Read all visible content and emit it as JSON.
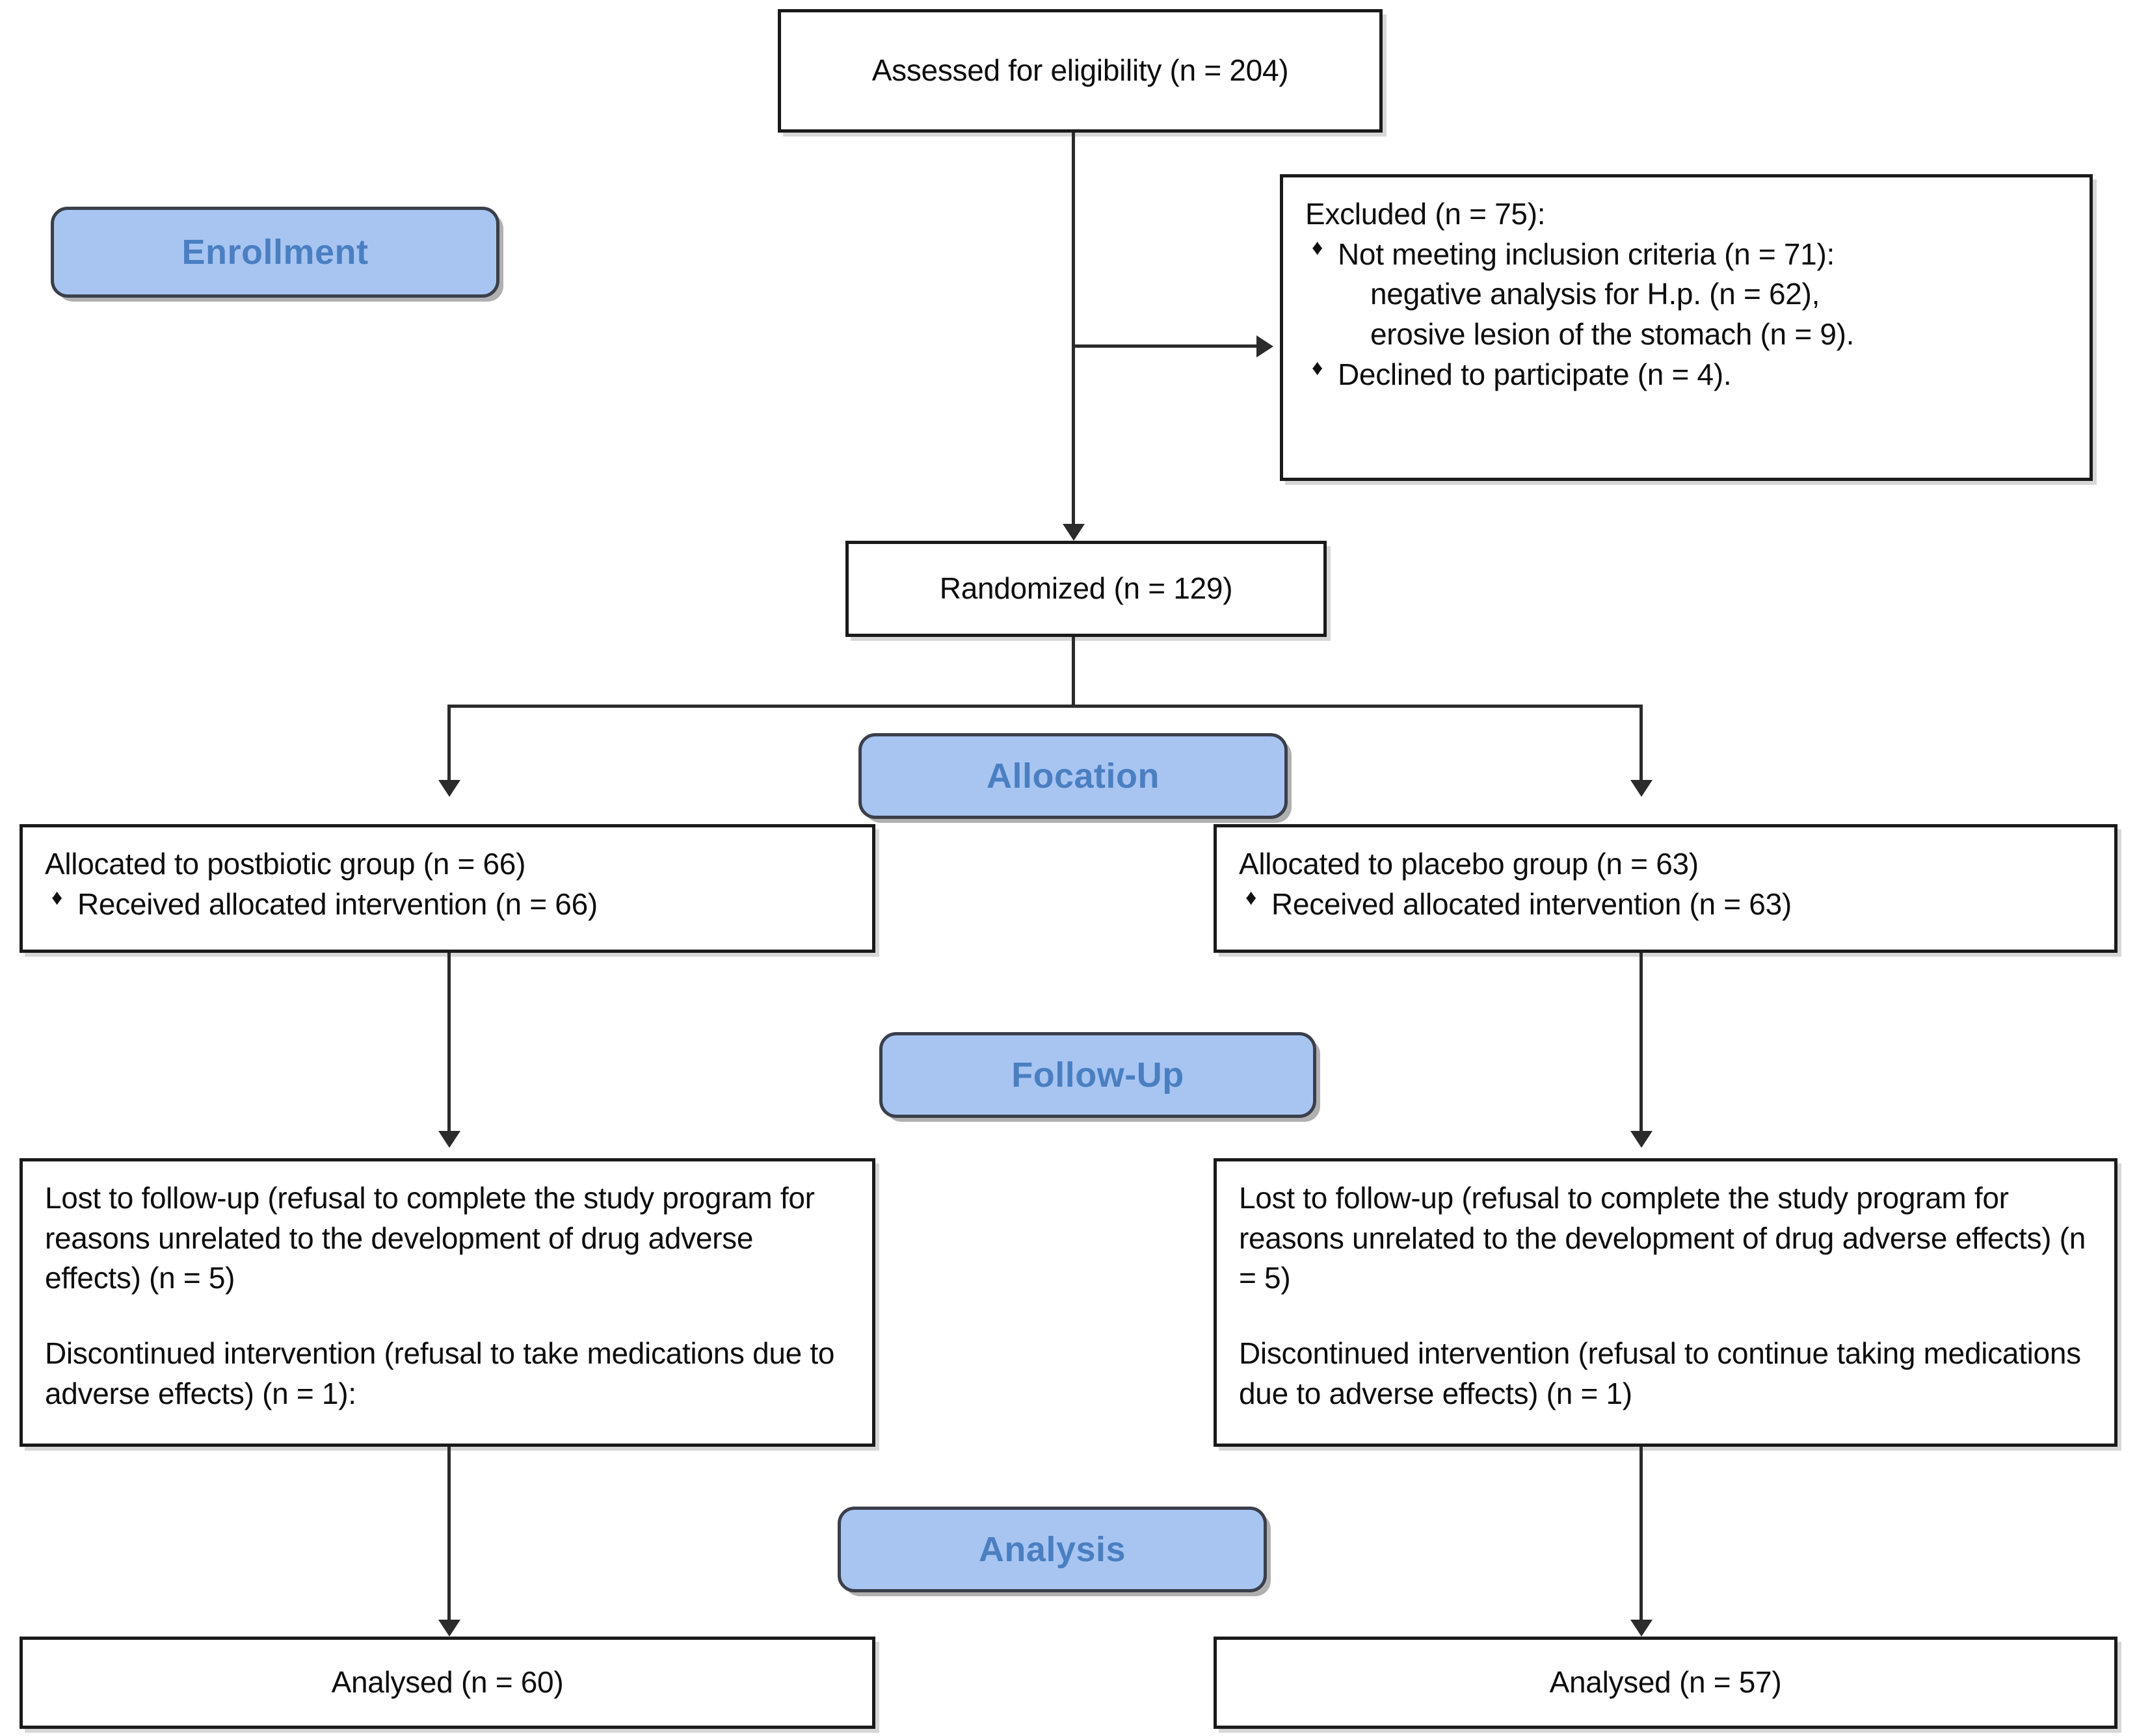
{
  "diagram": {
    "title": "CONSORT participant flow diagram",
    "accent_badge_fill": "#a8c5f2",
    "accent_badge_text": "#4a7fc1",
    "badge_border": "#3a3f4a",
    "box_border": "#1a1a1a",
    "box_fill": "#ffffff",
    "connector_color": "#2b2b2b",
    "text_color": "#0d0d0d"
  },
  "stages": {
    "enrollment": "Enrollment",
    "allocation": "Allocation",
    "followup": "Follow-Up",
    "analysis": "Analysis"
  },
  "nodes": {
    "assessed": {
      "label": "Assessed for eligibility (n = 204)"
    },
    "excluded": {
      "heading": "Excluded (n = 75):",
      "reasons": [
        {
          "text": "Not meeting inclusion criteria (n = 71):",
          "sublines": [
            "negative analysis for H.p. (n = 62),",
            "erosive lesion of the stomach (n = 9)."
          ]
        },
        {
          "text": "Declined to participate (n = 4).",
          "sublines": []
        }
      ]
    },
    "randomized": {
      "label": "Randomized (n = 129)"
    },
    "alloc_left": {
      "heading": "Allocated to postbiotic group (n = 66)",
      "bullets": [
        "Received allocated intervention (n = 66)"
      ]
    },
    "alloc_right": {
      "heading": "Allocated to placebo group (n = 63)",
      "bullets": [
        "Received allocated intervention (n = 63)"
      ]
    },
    "followup_left": {
      "para1": "Lost to follow-up (refusal to complete the study program for reasons unrelated to the development of drug adverse effects) (n = 5)",
      "para2": "Discontinued intervention (refusal to take medications due to adverse effects) (n = 1):"
    },
    "followup_right": {
      "para1": "Lost to follow-up (refusal to complete the study program for reasons unrelated to the development of drug adverse effects) (n = 5)",
      "para2": "Discontinued intervention (refusal to continue taking medications due to adverse effects) (n = 1)"
    },
    "analysed_left": {
      "label": "Analysed (n = 60)"
    },
    "analysed_right": {
      "label": "Analysed (n = 57)"
    }
  },
  "chart_data": {
    "type": "flowchart",
    "title": "CONSORT participant flow",
    "stages": [
      "Enrollment",
      "Allocation",
      "Follow-Up",
      "Analysis"
    ],
    "counts": {
      "assessed_for_eligibility": 204,
      "excluded_total": 75,
      "not_meeting_inclusion_criteria": 71,
      "negative_analysis_for_hp": 62,
      "erosive_lesion_of_stomach": 9,
      "declined_to_participate": 4,
      "randomized": 129,
      "allocated_postbiotic": 66,
      "received_intervention_postbiotic": 66,
      "allocated_placebo": 63,
      "received_intervention_placebo": 63,
      "lost_to_followup_postbiotic": 5,
      "discontinued_postbiotic": 1,
      "lost_to_followup_placebo": 5,
      "discontinued_placebo": 1,
      "analysed_postbiotic": 60,
      "analysed_placebo": 57
    },
    "arms": [
      {
        "name": "Postbiotic group",
        "allocated": 66,
        "received": 66,
        "lost_to_followup": 5,
        "discontinued": 1,
        "analysed": 60
      },
      {
        "name": "Placebo group",
        "allocated": 63,
        "received": 63,
        "lost_to_followup": 5,
        "discontinued": 1,
        "analysed": 57
      }
    ]
  }
}
